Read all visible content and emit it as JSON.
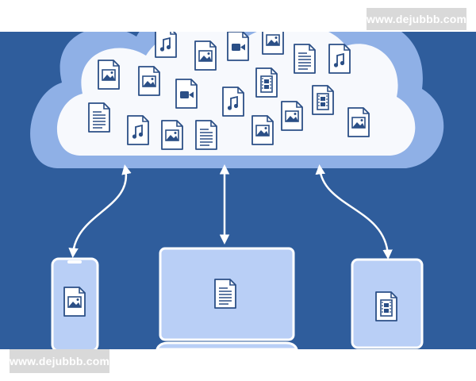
{
  "watermarks": {
    "top_right": "www.dejubbb.com",
    "bottom_left": "www.dejubbb.com"
  },
  "colors": {
    "background": "#2f5d9c",
    "cloud_outer": "#8fb0e6",
    "cloud_inner": "#f7f9fd",
    "icon_stroke": "#2b4f86",
    "device_fill": "#b9cff6",
    "arrow": "#ffffff"
  },
  "cloud": {
    "file_icons": [
      "music-file-icon",
      "image-file-icon",
      "video-file-icon",
      "image-file-icon",
      "image-file-icon",
      "document-file-icon",
      "music-file-icon",
      "image-file-icon",
      "video-file-icon",
      "music-file-icon",
      "film-file-icon",
      "film-file-icon",
      "document-file-icon",
      "music-file-icon",
      "image-file-icon",
      "document-file-icon",
      "image-file-icon",
      "image-file-icon",
      "image-file-icon"
    ]
  },
  "devices": [
    {
      "name": "phone",
      "screen_icon": "image-file-icon"
    },
    {
      "name": "laptop",
      "screen_icon": "document-file-icon"
    },
    {
      "name": "tablet",
      "screen_icon": "film-file-icon"
    }
  ]
}
